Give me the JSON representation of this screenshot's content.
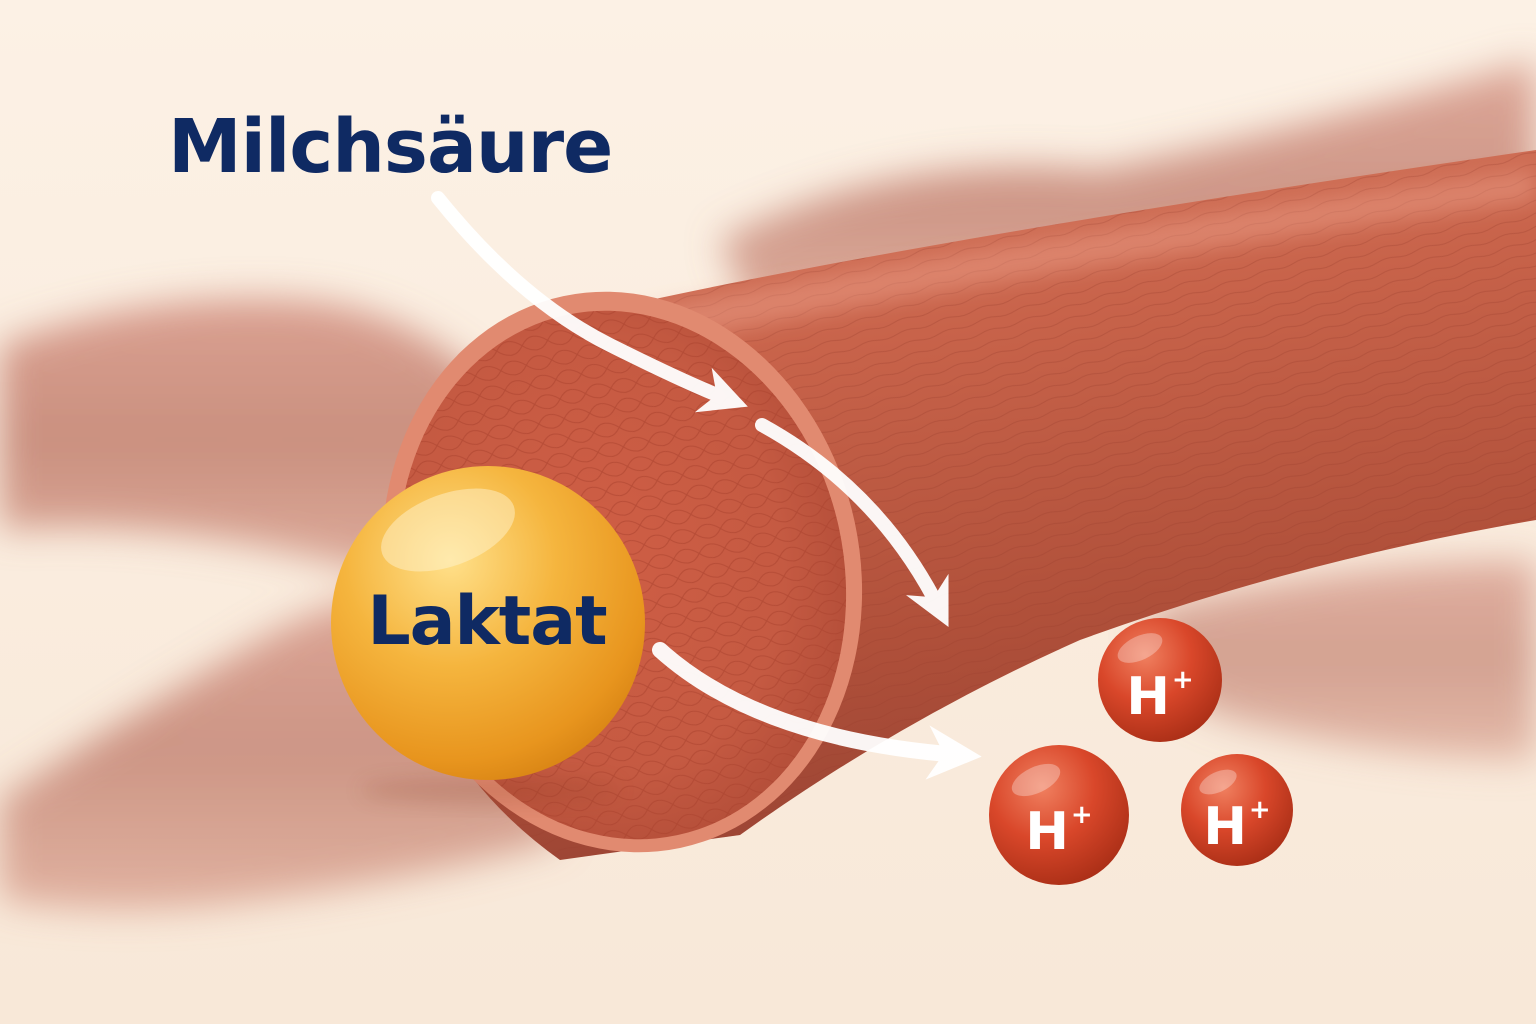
{
  "labels": {
    "title": "Milchsäure",
    "sphere": "Laktat",
    "proton_symbol": "H",
    "proton_charge": "+"
  },
  "colors": {
    "background": "#fbf0e4",
    "text_navy": "#0f2a63",
    "muscle": "#c8634a",
    "lactate_sphere": "#f0a22e",
    "proton_sphere": "#d2431f",
    "arrow": "#ffffff"
  },
  "icons": [
    "muscle-fiber",
    "lactate-sphere",
    "proton-sphere",
    "flow-arrow"
  ]
}
